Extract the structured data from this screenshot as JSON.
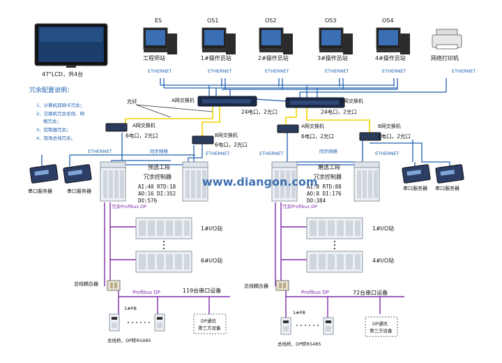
{
  "lcd": {
    "label": "47\"LCD，共4台"
  },
  "stations": {
    "es": {
      "top": "ES",
      "bottom": "工程师站"
    },
    "os1": {
      "top": "OS1",
      "bottom": "1#操作员站"
    },
    "os2": {
      "top": "OS2",
      "bottom": "2#操作员站"
    },
    "os3": {
      "top": "OS3",
      "bottom": "3#操作员站"
    },
    "os4": {
      "top": "OS4",
      "bottom": "4#操作员站"
    },
    "printer": {
      "bottom": "网络打印机"
    }
  },
  "ethernet_label": "ETHERNET",
  "notes": {
    "title": "冗余配置说明：",
    "line1": "1、计算机双网卡冗余；",
    "line2a": "2、交换机冗余总线、网",
    "line2b": "络冗余；",
    "line3": "3、控制器冗余；",
    "line4": "4、现场总线冗余。"
  },
  "fiber_label": "光纤",
  "top_switch_a": {
    "name": "A网交换机",
    "ports": "24电口，2光口"
  },
  "top_switch_b": {
    "name": "B网交换机",
    "ports": "24电口，2光口"
  },
  "left_switch_a": {
    "name": "A网交换机",
    "ports": "6电口，2光口"
  },
  "left_switch_b": {
    "name": "B网交换机",
    "ports": "6电口，2光口"
  },
  "right_switch_a": {
    "name": "A网交换机",
    "ports": "6电口，2光口"
  },
  "right_switch_b": {
    "name": "B网交换机",
    "ports": "6电口，2光口"
  },
  "sync_network": "同步网络",
  "left_controller": {
    "title": "预选工段",
    "subtitle": "冗余控制器",
    "io1": "AI:40 RTD:18",
    "io2": "AO:16 DI:352",
    "io3": "DO:576",
    "profibus_red": "冗余Profibus DP",
    "station_first": "1#I/O站",
    "station_last": "6#I/O站",
    "coupler": "总线耦合器",
    "profibus": "Profibus DP",
    "serial_count": "119台串口设备",
    "pb": "1#PB",
    "bridge": "总线桥，DP转RS485",
    "thirdparty1": "DP通讯",
    "thirdparty2": "第三方设备"
  },
  "right_controller": {
    "title": "磨选工段",
    "subtitle": "冗余控制器",
    "io1": "AI:8 RTD:88",
    "io2": "AO:8 DI:176",
    "io3": "DO:384",
    "profibus_red": "冗余Profibus DP",
    "station_first": "1#I/O站",
    "station_last": "4#I/O站",
    "coupler": "总线耦合器",
    "profibus": "Profibus DP",
    "serial_count": "72台串口设备",
    "pb": "1#PB",
    "bridge": "总线桥，DP转RS485",
    "thirdparty1": "DP通讯",
    "thirdparty2": "第三方设备"
  },
  "serial_server": "串口服务器",
  "watermark": "www.diangon.com",
  "colors": {
    "ethernet_line": "#1f5fb0",
    "fiber_line": "#f2d200",
    "profibus_line": "#7d2aa8",
    "label_blue": "#1f5fb0"
  }
}
